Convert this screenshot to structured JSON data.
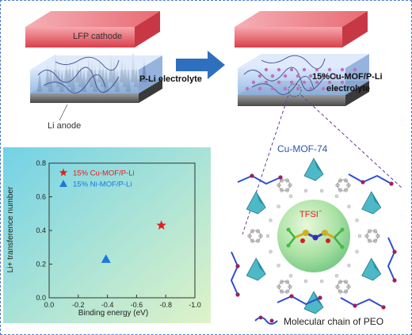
{
  "battery": {
    "cathode_label": "LFP cathode",
    "electrolyte_left_label": "P-Li electrolyte",
    "anode_label": "Li anode",
    "electrolyte_right_line1": "15%Cu-MOF/P-Li",
    "electrolyte_right_line2": "electrolyte"
  },
  "mof": {
    "title": "Cu-MOF-74",
    "anion_label": "TFSI",
    "anion_charge": "−",
    "peo_label": "Molecular chain of PEO"
  },
  "colors": {
    "arrow": "#2f6fc0",
    "cathode": "#e05560",
    "electrolyte": "#8fb6e8",
    "mof_polyhedra": "#4db8c8",
    "peo_chain": "#2b4fd0",
    "peo_atoms": "#a0205a",
    "chart_bg_left": "#7fd6e8",
    "chart_bg_right": "#d8f0c6"
  },
  "chart_data": {
    "type": "scatter",
    "xlabel": "Binding energy (eV)",
    "ylabel": "Li+ transference number",
    "xlim": [
      0.0,
      -1.0
    ],
    "ylim": [
      0.0,
      0.8
    ],
    "xticks": [
      "0.0",
      "-0.2",
      "-0.4",
      "-0.6",
      "-0.8",
      "-1.0"
    ],
    "yticks": [
      "0.0",
      "0.2",
      "0.4",
      "0.6",
      "0.8"
    ],
    "legend_position": "top-left",
    "series": [
      {
        "name": "15% Cu-MOF/P-Li",
        "marker": "star",
        "color": "#e02020",
        "x": [
          -0.77
        ],
        "y": [
          0.43
        ]
      },
      {
        "name": "15% Ni-MOF/P-Li",
        "marker": "triangle",
        "color": "#1a78e0",
        "x": [
          -0.39
        ],
        "y": [
          0.23
        ]
      }
    ]
  }
}
